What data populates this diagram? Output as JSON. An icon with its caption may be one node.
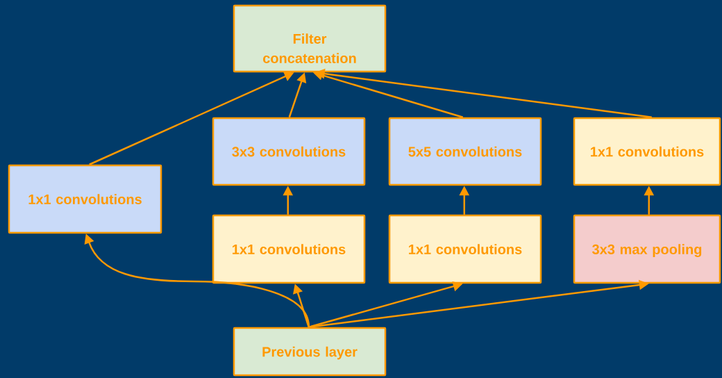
{
  "diagram": {
    "nodes": [
      {
        "text": [
          "Filter concatenation"
        ]
      },
      {
        "text": [
          "1x1 convolutions"
        ]
      },
      {
        "text": [
          "3x3 convolutions"
        ]
      },
      {
        "text": [
          "5x5 convolutions"
        ]
      },
      {
        "text": [
          "1x1 convolutions"
        ]
      },
      {
        "text": [
          "1x1 convolutions"
        ]
      },
      {
        "text": [
          "1x1 convolutions"
        ]
      },
      {
        "text": [
          "3x3 max pooling"
        ]
      },
      {
        "text": [
          "Previous layer"
        ]
      }
    ],
    "edges": [
      {
        "from": 1,
        "to": 0,
        "arrow": "to"
      },
      {
        "from": 2,
        "to": 0,
        "arrow": "to"
      },
      {
        "from": 3,
        "to": 0,
        "arrow": "to"
      },
      {
        "from": 4,
        "to": 0,
        "arrow": "to"
      },
      {
        "from": 5,
        "to": 2,
        "arrow": "to"
      },
      {
        "from": 6,
        "to": 3,
        "arrow": "to"
      },
      {
        "from": 7,
        "to": 4,
        "arrow": "to"
      },
      {
        "from": 8,
        "to": 1,
        "arrow": "to"
      },
      {
        "from": 8,
        "to": 5,
        "arrow": "to"
      },
      {
        "from": 8,
        "to": 6,
        "arrow": "to"
      },
      {
        "from": 8,
        "to": 7,
        "arrow": "to"
      }
    ]
  }
}
